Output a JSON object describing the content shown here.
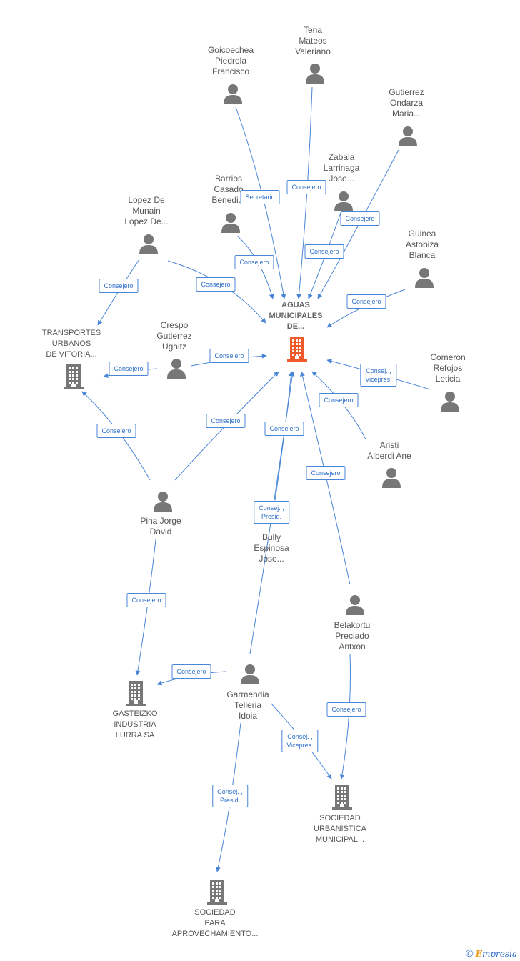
{
  "colors": {
    "edge": "#4a86d8",
    "person": "#777777",
    "company": "#777777",
    "company_main": "#f05a28"
  },
  "nodes": {
    "tena": {
      "label": "Tena\nMateos\nValeriano",
      "type": "person"
    },
    "goicoechea": {
      "label": "Goicoechea\nPiedrola\nFrancisco",
      "type": "person"
    },
    "gutierrez": {
      "label": "Gutierrez\nOndarza\nMaria...",
      "type": "person"
    },
    "zabala": {
      "label": "Zabala\nLarrinaga\nJose...",
      "type": "person"
    },
    "barrios": {
      "label": "Barrios\nCasado\nBenedi...",
      "type": "person"
    },
    "lopez": {
      "label": "Lopez De\nMunain\nLopez De...",
      "type": "person"
    },
    "guinea": {
      "label": "Guinea\nAstobiza\nBlanca",
      "type": "person"
    },
    "aguas": {
      "label": "AGUAS\nMUNICIPALES\nDE...",
      "type": "company_main"
    },
    "transportes": {
      "label": "TRANSPORTES\nURBANOS\nDE VITORIA...",
      "type": "company"
    },
    "crespo": {
      "label": "Crespo\nGutierrez\nUgaitz",
      "type": "person"
    },
    "comeron": {
      "label": "Comeron\nRefojos\nLeticia",
      "type": "person"
    },
    "aristi": {
      "label": "Aristi\nAlberdi Ane",
      "type": "person"
    },
    "pina": {
      "label": "Pina Jorge\nDavid",
      "type": "person"
    },
    "bully": {
      "label": "Bully\nEspinosa\nJose...",
      "type": "person"
    },
    "belakortu": {
      "label": "Belakortu\nPreciado\nAntxon",
      "type": "person"
    },
    "gasteizko": {
      "label": "GASTEIZKO\nINDUSTRIA\nLURRA SA",
      "type": "company"
    },
    "garmendia": {
      "label": "Garmendia\nTelleria\nIdoia",
      "type": "person"
    },
    "sociedad_urb": {
      "label": "SOCIEDAD\nURBANISTICA\nMUNICIPAL...",
      "type": "company"
    },
    "sociedad_apr": {
      "label": "SOCIEDAD\nPARA\nAPROVECHAMIENTO...",
      "type": "company"
    }
  },
  "edges": [
    {
      "from": "goicoechea",
      "to": "aguas",
      "label": "Secretario"
    },
    {
      "from": "tena",
      "to": "aguas",
      "label": "Consejero"
    },
    {
      "from": "gutierrez",
      "to": "aguas",
      "label": "Consejero"
    },
    {
      "from": "zabala",
      "to": "aguas",
      "label": "Consejero"
    },
    {
      "from": "barrios",
      "to": "aguas",
      "label": "Consejero"
    },
    {
      "from": "lopez",
      "to": "aguas",
      "label": "Consejero"
    },
    {
      "from": "lopez",
      "to": "transportes",
      "label": "Consejero"
    },
    {
      "from": "guinea",
      "to": "aguas",
      "label": "Consejero"
    },
    {
      "from": "crespo",
      "to": "aguas",
      "label": "Consejero"
    },
    {
      "from": "crespo",
      "to": "transportes",
      "label": "Consejero"
    },
    {
      "from": "comeron",
      "to": "aguas",
      "label": "Consej. ,\nVicepres."
    },
    {
      "from": "aristi",
      "to": "aguas",
      "label": "Consejero"
    },
    {
      "from": "pina",
      "to": "aguas",
      "label": "Consejero"
    },
    {
      "from": "pina",
      "to": "transportes",
      "label": "Consejero"
    },
    {
      "from": "bully",
      "to": "aguas",
      "label": "Consej. ,\nPresid."
    },
    {
      "from": "garmendia",
      "to": "aguas",
      "label": "Consejero"
    },
    {
      "from": "belakortu",
      "to": "aguas",
      "label": "Consejero"
    },
    {
      "from": "pina",
      "to": "gasteizko",
      "label": "Consejero"
    },
    {
      "from": "garmendia",
      "to": "gasteizko",
      "label": "Consejero"
    },
    {
      "from": "belakortu",
      "to": "sociedad_urb",
      "label": "Consejero"
    },
    {
      "from": "garmendia",
      "to": "sociedad_urb",
      "label": "Consej. ,\nVicepres."
    },
    {
      "from": "garmendia",
      "to": "sociedad_apr",
      "label": "Consej. ,\nPresid."
    }
  ],
  "footer": {
    "copyright": "©",
    "brand_initial": "E",
    "brand_rest": "mpresia"
  }
}
